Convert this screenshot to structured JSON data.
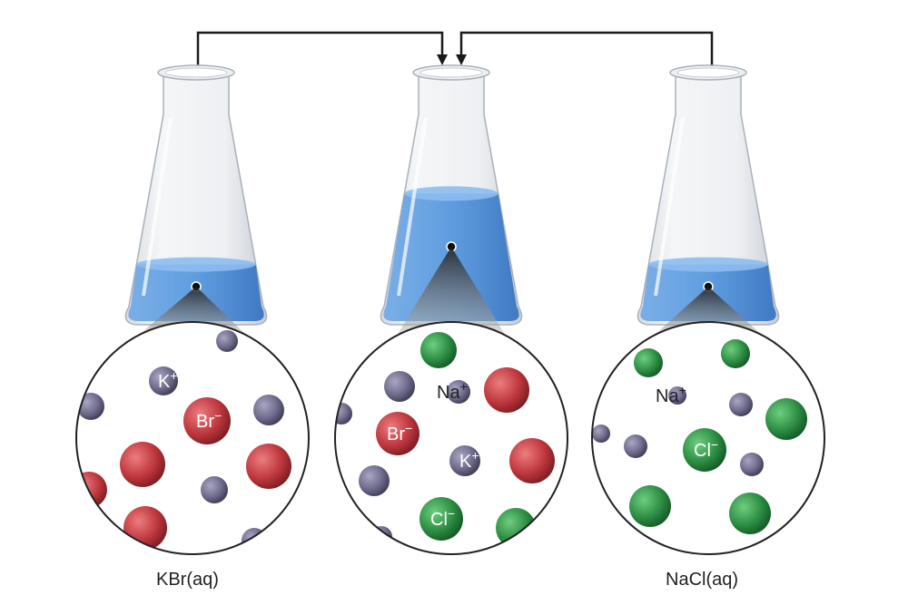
{
  "colors": {
    "wire": "#1a1a1a",
    "cation_purple": "#6f6b8c",
    "bromide_red": "#c0393f",
    "chloride_green": "#2e8f45",
    "solution_blue": "#4f93dc"
  },
  "flasks": [
    {
      "id": "left",
      "fill_level": 0.28,
      "caption": "KBr(aq)",
      "ions": [
        {
          "kind": "cation",
          "label": "K",
          "charge": "+"
        },
        {
          "kind": "bromide",
          "label": "Br",
          "charge": "−"
        }
      ]
    },
    {
      "id": "center",
      "fill_level": 0.62,
      "caption": "",
      "ions": [
        {
          "kind": "cation",
          "label": "Na",
          "charge": "+"
        },
        {
          "kind": "bromide",
          "label": "Br",
          "charge": "−"
        },
        {
          "kind": "cation",
          "label": "K",
          "charge": "+"
        },
        {
          "kind": "chloride",
          "label": "Cl",
          "charge": "−"
        }
      ]
    },
    {
      "id": "right",
      "fill_level": 0.28,
      "caption": "NaCl(aq)",
      "ions": [
        {
          "kind": "cation",
          "label": "Na",
          "charge": "+"
        },
        {
          "kind": "chloride",
          "label": "Cl",
          "charge": "−"
        }
      ]
    }
  ]
}
